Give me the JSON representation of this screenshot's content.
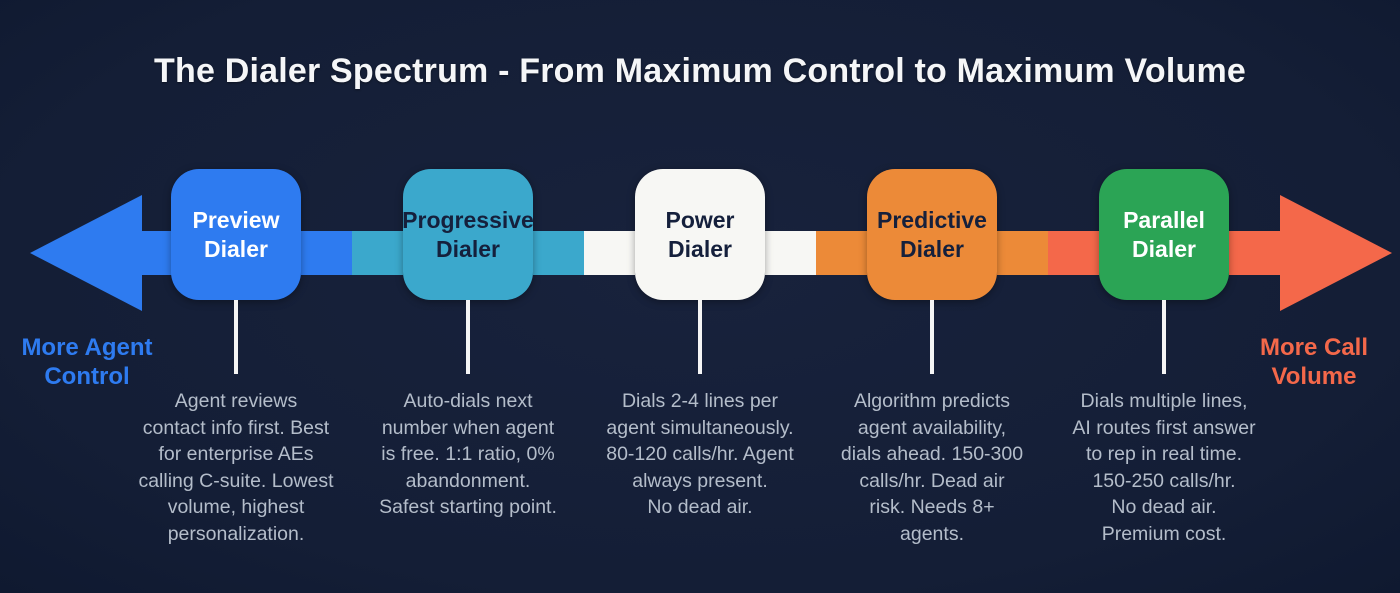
{
  "title": "The Dialer Spectrum - From Maximum Control to Maximum Volume",
  "axis": {
    "left_label": "More Agent\nControl",
    "right_label": "More Call\nVolume",
    "left_color": "#2e7bf0",
    "right_color": "#f4684a"
  },
  "colors": {
    "background": "#141e36",
    "connector_line": "#f5f5f5",
    "description_text": "#b4bdca",
    "title_text": "#f5f6f8"
  },
  "segments": [
    {
      "from": "#2e7bf0",
      "to": "#3ba8cc"
    },
    {
      "from": "#3ba8cc",
      "to": "#f7f7f4"
    },
    {
      "from": "#f7f7f4",
      "to": "#ec8a38"
    },
    {
      "from": "#ec8a38",
      "to": "#f4684a"
    }
  ],
  "dialers": [
    {
      "name": "Preview\nDialer",
      "color": "#2e7bf0",
      "text_color": "#ffffff",
      "description": "Agent reviews\ncontact info first. Best\nfor enterprise AEs\ncalling C-suite. Lowest\nvolume, highest\npersonalization."
    },
    {
      "name": "Progressive\nDialer",
      "color": "#3ba8cc",
      "text_color": "#15203c",
      "description": "Auto-dials next\nnumber when agent\nis free. 1:1 ratio, 0%\nabandonment.\nSafest starting point."
    },
    {
      "name": "Power\nDialer",
      "color": "#f7f7f4",
      "text_color": "#15203c",
      "description": "Dials 2-4 lines per\nagent simultaneously.\n80-120 calls/hr. Agent\nalways present.\nNo dead air."
    },
    {
      "name": "Predictive\nDialer",
      "color": "#ec8a38",
      "text_color": "#15203c",
      "description": "Algorithm predicts\nagent availability,\ndials ahead. 150-300\ncalls/hr. Dead air\nrisk. Needs 8+\nagents."
    },
    {
      "name": "Parallel\nDialer",
      "color": "#2ba455",
      "text_color": "#ffffff",
      "description": "Dials multiple lines,\nAI routes first answer\nto rep in real time.\n150-250 calls/hr.\nNo dead air.\nPremium cost."
    }
  ]
}
